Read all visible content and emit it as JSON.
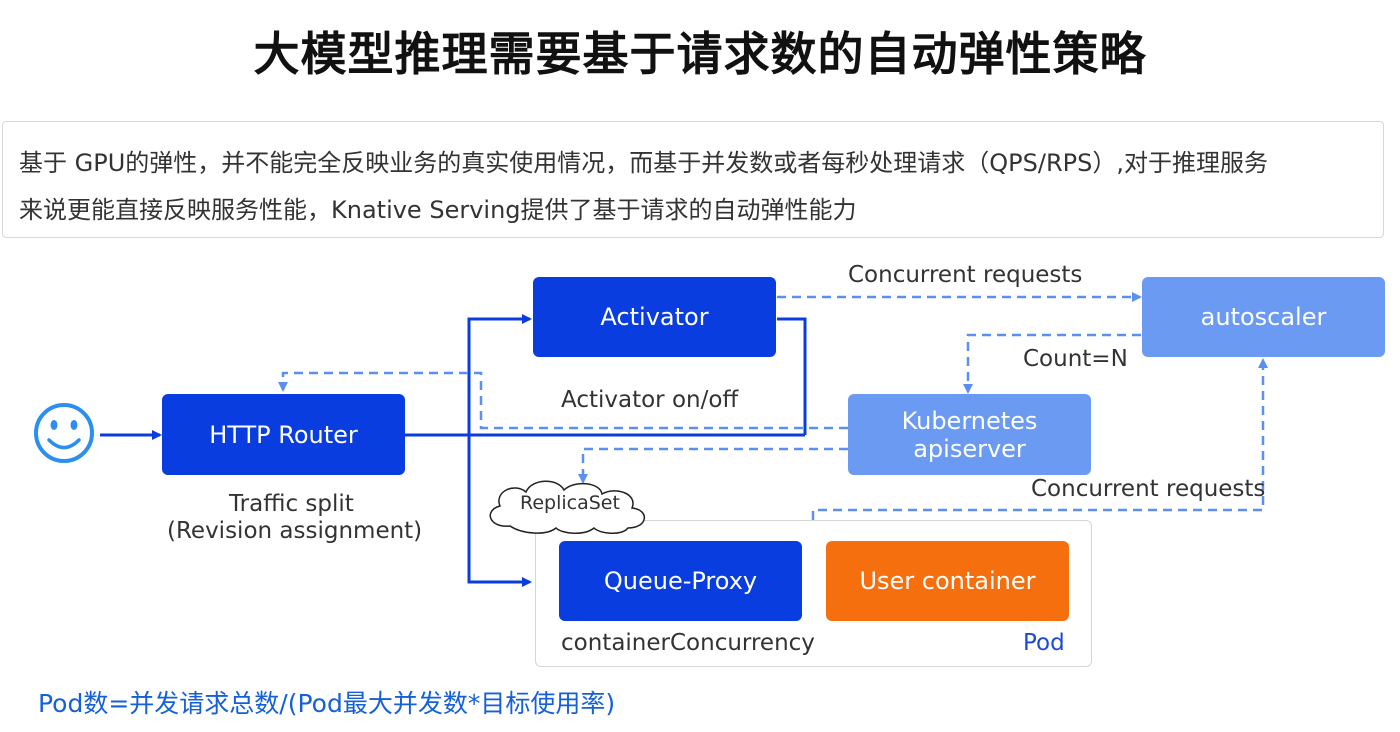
{
  "title": "大模型推理需要基于请求数的自动弹性策略",
  "description": {
    "line1": "基于 GPU的弹性，并不能完全反映业务的真实使用情况，而基于并发数或者每秒处理请求（QPS/RPS）,对于推理服务",
    "line2": "来说更能直接反映服务性能，Knative  Serving提供了基于请求的自动弹性能力"
  },
  "nodes": {
    "activator": "Activator",
    "autoscaler": "autoscaler",
    "http_router": "HTTP Router",
    "kubernetes_line1": "Kubernetes",
    "kubernetes_line2": "apiserver",
    "queue_proxy": "Queue-Proxy",
    "user_container": "User container",
    "replicaset": "ReplicaSet"
  },
  "labels": {
    "concurrent_requests_top": "Concurrent requests",
    "count": "Count=N",
    "activator_onoff": "Activator on/off",
    "traffic_split_line1": "Traffic split",
    "traffic_split_line2": "(Revision assignment)",
    "concurrent_requests_bottom": "Concurrent requests",
    "container_concurrency": "containerConcurrency",
    "pod": "Pod"
  },
  "formula": "Pod数=并发请求总数/(Pod最大并发数*目标使用率)",
  "colors": {
    "dark_blue": "#0a3de0",
    "light_blue": "#6a9af2",
    "orange": "#f56f0f",
    "dash_blue": "#5b8ff0",
    "formula_blue": "#1560d8"
  },
  "icons": {
    "user": "smiley-face-icon",
    "replicaset": "cloud-icon"
  }
}
